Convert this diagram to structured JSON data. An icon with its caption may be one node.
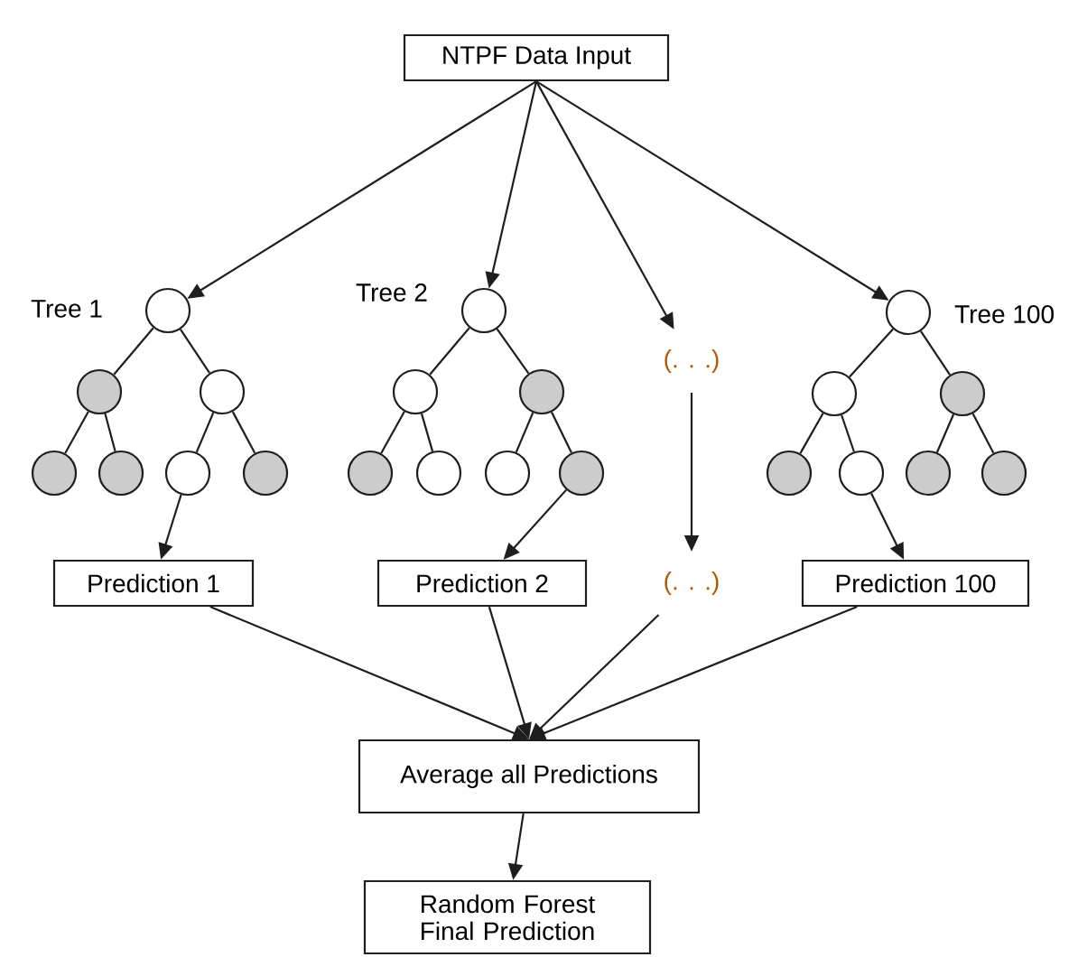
{
  "diagram": {
    "nodes": [
      {
        "text": [
          "NTPF Data Input"
        ]
      },
      {
        "text": [],
        "shape": "circle",
        "beside": [
          "Tree 1"
        ]
      },
      {
        "text": [],
        "shape": "circle"
      },
      {
        "text": [],
        "shape": "circle"
      },
      {
        "text": [],
        "shape": "circle"
      },
      {
        "text": [],
        "shape": "circle"
      },
      {
        "text": [],
        "shape": "circle"
      },
      {
        "text": [],
        "shape": "circle"
      },
      {
        "text": [],
        "shape": "circle",
        "beside": [
          "Tree 2"
        ]
      },
      {
        "text": [],
        "shape": "circle"
      },
      {
        "text": [],
        "shape": "circle"
      },
      {
        "text": [],
        "shape": "circle"
      },
      {
        "text": [],
        "shape": "circle"
      },
      {
        "text": [],
        "shape": "circle"
      },
      {
        "text": [],
        "shape": "circle"
      },
      {
        "text": [
          "(. . .)"
        ]
      },
      {
        "text": [],
        "shape": "circle",
        "beside": [
          "Tree 100"
        ]
      },
      {
        "text": [],
        "shape": "circle"
      },
      {
        "text": [],
        "shape": "circle"
      },
      {
        "text": [],
        "shape": "circle"
      },
      {
        "text": [],
        "shape": "circle"
      },
      {
        "text": [],
        "shape": "circle"
      },
      {
        "text": [],
        "shape": "circle"
      },
      {
        "text": [
          "Prediction 1"
        ]
      },
      {
        "text": [
          "Prediction 2"
        ]
      },
      {
        "text": [
          "(. . .)"
        ]
      },
      {
        "text": [
          "Prediction 100"
        ]
      },
      {
        "text": [
          "Average all Predictions"
        ]
      },
      {
        "text": [
          "Random Forest Final Prediction"
        ]
      }
    ],
    "edges": [
      {
        "from": 0,
        "to": 1,
        "arrow": "to"
      },
      {
        "from": 0,
        "to": 8,
        "arrow": "to"
      },
      {
        "from": 0,
        "to": 15,
        "arrow": "to"
      },
      {
        "from": 0,
        "to": 16,
        "arrow": "to"
      },
      {
        "from": 1,
        "to": 2,
        "arrow": "none"
      },
      {
        "from": 1,
        "to": 3,
        "arrow": "none"
      },
      {
        "from": 2,
        "to": 4,
        "arrow": "none"
      },
      {
        "from": 2,
        "to": 5,
        "arrow": "none"
      },
      {
        "from": 3,
        "to": 6,
        "arrow": "none"
      },
      {
        "from": 3,
        "to": 7,
        "arrow": "none"
      },
      {
        "from": 8,
        "to": 9,
        "arrow": "none"
      },
      {
        "from": 8,
        "to": 10,
        "arrow": "none"
      },
      {
        "from": 9,
        "to": 11,
        "arrow": "none"
      },
      {
        "from": 9,
        "to": 12,
        "arrow": "none"
      },
      {
        "from": 10,
        "to": 13,
        "arrow": "none"
      },
      {
        "from": 10,
        "to": 14,
        "arrow": "none"
      },
      {
        "from": 16,
        "to": 17,
        "arrow": "none"
      },
      {
        "from": 16,
        "to": 18,
        "arrow": "none"
      },
      {
        "from": 17,
        "to": 19,
        "arrow": "none"
      },
      {
        "from": 17,
        "to": 20,
        "arrow": "none"
      },
      {
        "from": 18,
        "to": 21,
        "arrow": "none"
      },
      {
        "from": 18,
        "to": 22,
        "arrow": "none"
      },
      {
        "from": 6,
        "to": 23,
        "arrow": "to"
      },
      {
        "from": 14,
        "to": 24,
        "arrow": "to"
      },
      {
        "from": 15,
        "to": 25,
        "arrow": "to"
      },
      {
        "from": 20,
        "to": 26,
        "arrow": "to"
      },
      {
        "from": 23,
        "to": 27,
        "arrow": "to"
      },
      {
        "from": 24,
        "to": 27,
        "arrow": "to"
      },
      {
        "from": 25,
        "to": 27,
        "arrow": "to"
      },
      {
        "from": 26,
        "to": 27,
        "arrow": "to"
      },
      {
        "from": 27,
        "to": 28,
        "arrow": "to"
      }
    ]
  }
}
